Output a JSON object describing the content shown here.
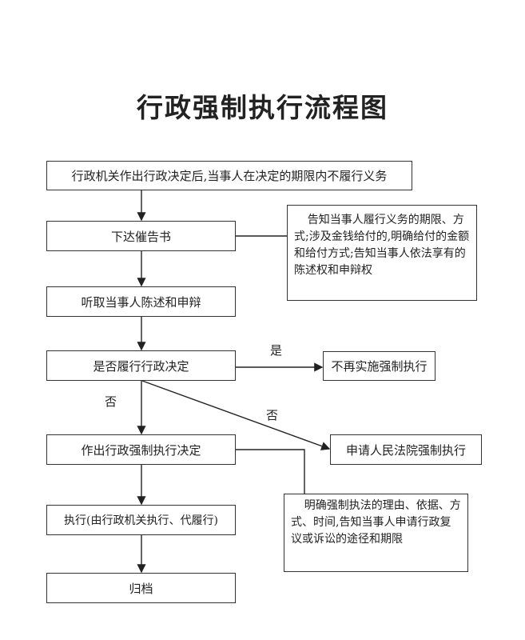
{
  "title": "行政强制执行流程图",
  "nodes": {
    "start": "行政机关作出行政决定后,当事人在决定的期限内不履行义务",
    "reminder": "下达催告书",
    "hearing": "听取当事人陈述和申辩",
    "decision": "是否履行行政决定",
    "no_enforce": "不再实施强制执行",
    "court": "申请人民法院强制执行",
    "enforce_decision": "作出行政强制执行决定",
    "execute": "执行(由行政机关执行、代履行)",
    "archive": "归档"
  },
  "notes": {
    "reminder_note": "告知当事人履行义务的期限、方式;涉及金钱给付的,明确给付的金额和给付方式;告知当事人依法享有的陈述权和申辩权",
    "decision_note": "明确强制执法的理由、依据、方式、时间,告知当事人申请行政复议或诉讼的途径和期限"
  },
  "labels": {
    "yes": "是",
    "no_down": "否",
    "no_diag": "否"
  }
}
